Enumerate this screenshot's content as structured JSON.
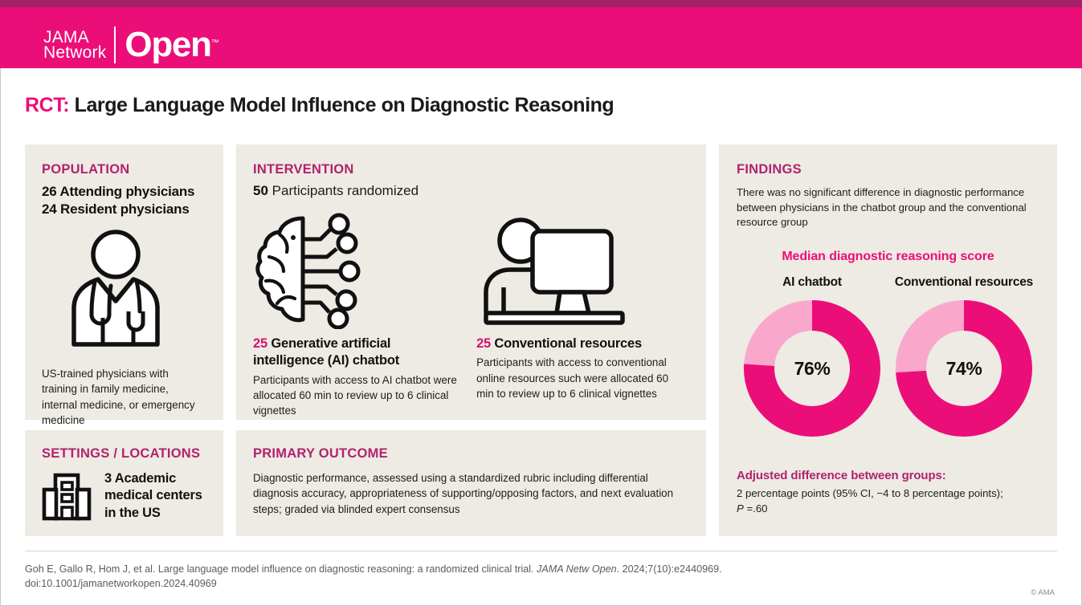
{
  "brand": {
    "line1": "JAMA",
    "line2": "Network",
    "wordmark": "Open",
    "tm": "™"
  },
  "headline": {
    "prefix": "RCT:",
    "text": "Large Language Model Influence on Diagnostic Reasoning"
  },
  "population": {
    "kicker": "POPULATION",
    "line1": "26 Attending physicians",
    "line2": "24 Resident physicians",
    "note": "US-trained physicians with training in family medicine, internal medicine, or emergency medicine",
    "icon": "physician-icon"
  },
  "intervention": {
    "kicker": "INTERVENTION",
    "lead_number": "50",
    "lead_text": "Participants randomized",
    "arms": [
      {
        "number": "25",
        "title": "Generative artificial intelligence (AI) chatbot",
        "desc": "Participants with access to AI chatbot were allocated 60 min to review up to 6 clinical vignettes",
        "icon": "brain-ai-icon"
      },
      {
        "number": "25",
        "title": "Conventional resources",
        "desc": "Participants with access to conventional online resources such were allocated 60 min to review up to 6 clinical vignettes",
        "icon": "person-at-computer-icon"
      }
    ]
  },
  "settings": {
    "kicker": "SETTINGS / LOCATIONS",
    "text": "3 Academic medical centers in the US",
    "icon": "hospital-building-icon"
  },
  "outcome": {
    "kicker": "PRIMARY OUTCOME",
    "text": "Diagnostic performance, assessed using a standardized rubric including differential diagnosis accuracy, appropriateness of supporting/opposing factors, and next evaluation steps; graded via blinded expert consensus"
  },
  "findings": {
    "kicker": "FINDINGS",
    "lead": "There was no significant difference in diagnostic performance between physicians in the chatbot group and the conventional resource group",
    "chart_title": "Median diagnostic reasoning score",
    "adjusted_heading": "Adjusted difference between groups:",
    "adjusted_text": "2 percentage points (95% CI, −4 to 8 percentage points);",
    "adjusted_p_italic": "P",
    "adjusted_p_rest": " =.60"
  },
  "chart_data": {
    "type": "pie",
    "title": "Median diagnostic reasoning score",
    "subtype": "donut",
    "start_angle_deg": 0,
    "direction": "clockwise",
    "colors": {
      "filled": "#ec0e78",
      "remainder": "#f9a8cc"
    },
    "series": [
      {
        "name": "AI chatbot",
        "label": "AI chatbot",
        "value": 76,
        "display": "76%",
        "remainder": 24,
        "unit": "%"
      },
      {
        "name": "Conventional resources",
        "label": "Conventional resources",
        "value": 74,
        "display": "74%",
        "remainder": 26,
        "unit": "%"
      }
    ],
    "ylabel": "Median diagnostic reasoning score",
    "xlabel": "",
    "legend": "none",
    "grid": false
  },
  "footer": {
    "citation_a": "Goh E, Gallo R, Hom J, et al. Large language model influence on diagnostic reasoning: a randomized clinical trial. ",
    "citation_journal": "JAMA Netw Open",
    "citation_b": ". 2024;7(10):e2440969.",
    "doi": "doi:10.1001/jamanetworkopen.2024.40969",
    "copyright": "© AMA"
  },
  "colors": {
    "brand_pink": "#ec0e78",
    "brand_dark": "#a32167",
    "kicker_magenta": "#b2216f",
    "panel_bg": "#edebe3",
    "light_pink": "#f9a8cc"
  }
}
